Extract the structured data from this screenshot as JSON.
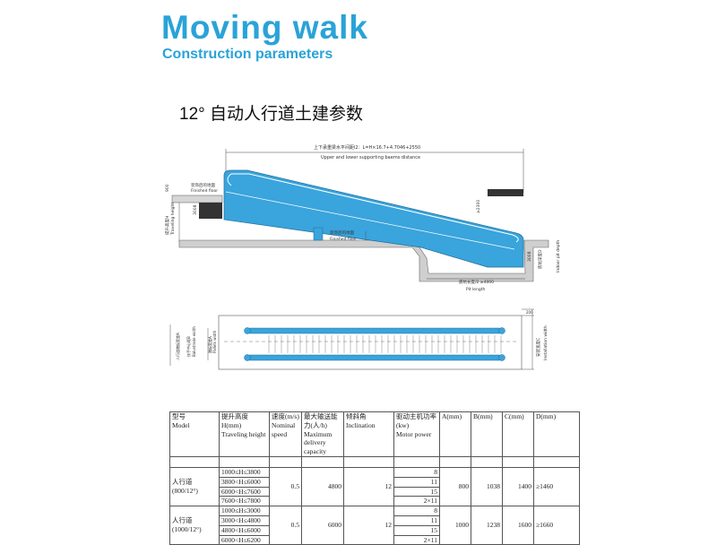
{
  "header": {
    "title": "Moving walk",
    "subtitle": "Construction parameters",
    "heading": "12° 自动人行道土建参数"
  },
  "side_view": {
    "top_dim_cn": "上下承重梁水平间距l2：L=H×16.7+4.7046+2550",
    "top_dim_en": "Upper and lower supporting baems distance",
    "finished_floor_cn_top": "装饰后的地面",
    "finished_floor_en_top": "Finished floor",
    "finished_floor_cn_mid": "装饰后的地面",
    "finished_floor_en_mid": "Finished floor",
    "dim_900": "900",
    "dim_3008_left": "3008",
    "dim_2300": "≥2300",
    "travel_height_cn": "提升高度H",
    "travel_height_en": "Traveling height",
    "pit_length_cn": "底坑长度/2 ≥4000",
    "pit_length_en": "Pit length",
    "dim_3008_right": "3008",
    "pit_depth_cn": "底坑深度D",
    "pit_depth_en": "Indoor pit depth"
  },
  "plan_view": {
    "dim_200": "200",
    "install_width_cn": "安装宽度C",
    "install_width_en": "Installation width",
    "label_a_cn": "人行道踏板宽度A",
    "label_b_cn": "扶手中心距B",
    "label_b_en": "Balustrade width",
    "label_pallet_cn": "踏板宽度A",
    "label_pallet_en": "Pallets width"
  },
  "table": {
    "headers": [
      "型号\nModel",
      "提升高度H(mm)\nTraveling height",
      "速度(m/s)\nNominal speed",
      "最大输送能力(人/h)\nMaximum delivery capacity",
      "倾斜角\nInclination",
      "驱动主机功率(kw)\nMotor power",
      "A(mm)",
      "B(mm)",
      "C(mm)",
      "D(mm)"
    ],
    "groups": [
      {
        "model": "人行道\n(800/12°)",
        "ranges": [
          "1000≤H≤3800",
          "3800<H≤6000",
          "6000<H≤7600",
          "7600<H≤7800"
        ],
        "speed": "0.5",
        "capacity": "4800",
        "inclination": "12",
        "powers": [
          "8",
          "11",
          "15",
          "2×11"
        ],
        "a": "800",
        "b": "1038",
        "c": "1400",
        "d": "≥1460"
      },
      {
        "model": "人行道\n(1000/12°)",
        "ranges": [
          "1000≤H≤3000",
          "3000<H≤4800",
          "4800<H≤6000",
          "6000<H≤6200"
        ],
        "speed": "0.5",
        "capacity": "6000",
        "inclination": "12",
        "powers": [
          "8",
          "11",
          "15",
          "2×11"
        ],
        "a": "1000",
        "b": "1238",
        "c": "1600",
        "d": "≥1660"
      }
    ]
  },
  "colors": {
    "title_blue": "#2aa3d8",
    "walk_blue": "#3aa4dc",
    "pit_gray": "#cfcfcf"
  }
}
